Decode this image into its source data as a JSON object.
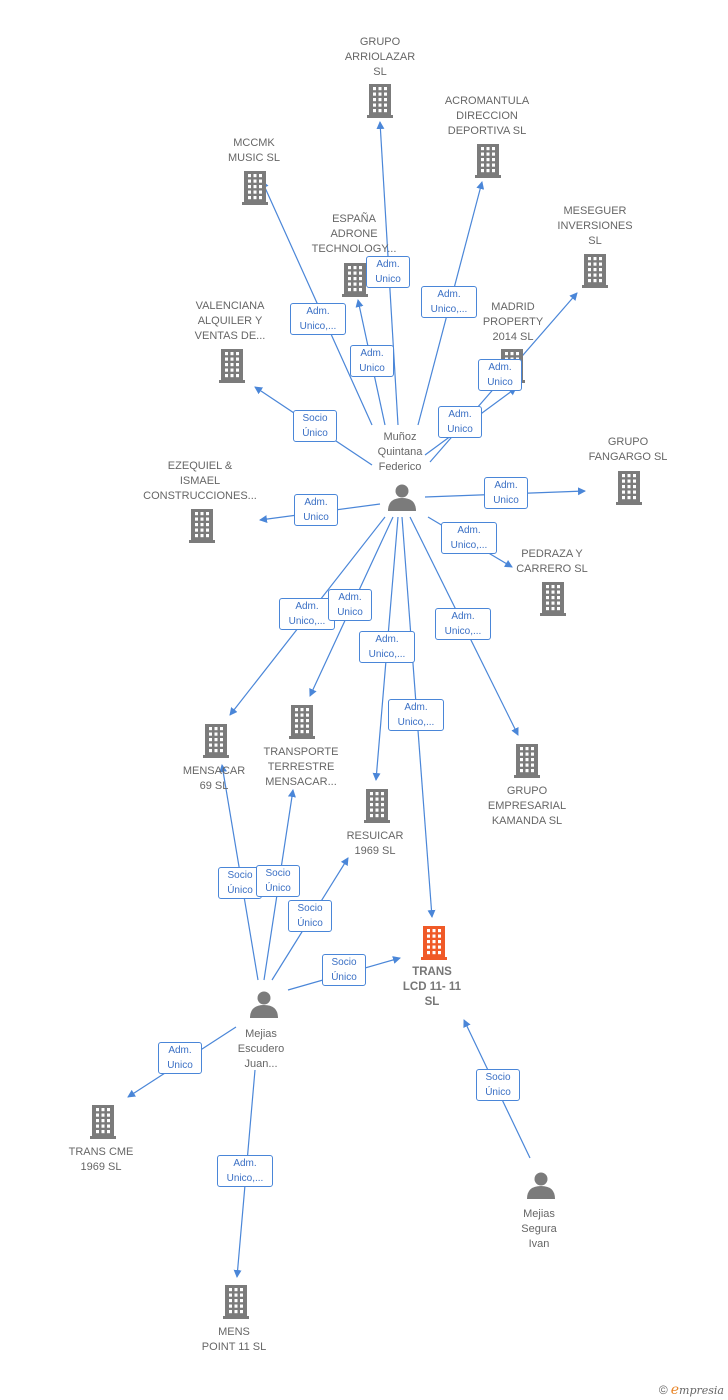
{
  "colors": {
    "edge": "#4a86d8",
    "building": "#7b7b7b",
    "focus": "#f05a28",
    "person": "#7b7b7b"
  },
  "nodes": [
    {
      "id": "grupo_arriolazar",
      "label": "GRUPO\nARRIOLAZAR\nSL",
      "type": "company",
      "icon": "building-icon"
    },
    {
      "id": "acromantula",
      "label": "ACROMANTULA\nDIRECCION\nDEPORTIVA  SL",
      "type": "company",
      "icon": "building-icon"
    },
    {
      "id": "mccmk",
      "label": "MCCMK\nMUSIC  SL",
      "type": "company",
      "icon": "building-icon"
    },
    {
      "id": "espana_adrone",
      "label": "ESPAÑA\nADRONE\nTECHNOLOGY...",
      "type": "company",
      "icon": "building-icon"
    },
    {
      "id": "meseguer",
      "label": "MESEGUER\nINVERSIONES\nSL",
      "type": "company",
      "icon": "building-icon"
    },
    {
      "id": "valenciana",
      "label": "VALENCIANA\nALQUILER Y\nVENTAS DE...",
      "type": "company",
      "icon": "building-icon"
    },
    {
      "id": "madrid_property",
      "label": "MADRID\nPROPERTY\n2014  SL",
      "type": "company",
      "icon": "building-icon"
    },
    {
      "id": "munoz",
      "label": "Muñoz\nQuintana\nFederico",
      "type": "person",
      "icon": "person-icon"
    },
    {
      "id": "grupo_fangargo",
      "label": "GRUPO\nFANGARGO  SL",
      "type": "company",
      "icon": "building-icon"
    },
    {
      "id": "ezequiel",
      "label": "EZEQUIEL &\nISMAEL\nCONSTRUCCIONES...",
      "type": "company",
      "icon": "building-icon"
    },
    {
      "id": "pedraza",
      "label": "PEDRAZA Y\nCARRERO  SL",
      "type": "company",
      "icon": "building-icon"
    },
    {
      "id": "mensacar69",
      "label": "MENSACAR\n69  SL",
      "type": "company",
      "icon": "building-icon"
    },
    {
      "id": "transporte_terrestre",
      "label": "TRANSPORTE\nTERRESTRE\nMENSACAR...",
      "type": "company",
      "icon": "building-icon"
    },
    {
      "id": "grupo_kamanda",
      "label": "GRUPO\nEMPRESARIAL\nKAMANDA SL",
      "type": "company",
      "icon": "building-icon"
    },
    {
      "id": "resuicar",
      "label": "RESUICAR\n1969  SL",
      "type": "company",
      "icon": "building-icon"
    },
    {
      "id": "trans_lcd",
      "label": "TRANS\nLCD 11- 11\nSL",
      "type": "focus",
      "icon": "building-icon"
    },
    {
      "id": "mejias_juan",
      "label": "Mejias\nEscudero\nJuan...",
      "type": "person",
      "icon": "person-icon"
    },
    {
      "id": "trans_cme",
      "label": "TRANS CME\n1969 SL",
      "type": "company",
      "icon": "building-icon"
    },
    {
      "id": "mejias_ivan",
      "label": "Mejias\nSegura\nIvan",
      "type": "person",
      "icon": "person-icon"
    },
    {
      "id": "mens_point",
      "label": "MENS\nPOINT 11  SL",
      "type": "company",
      "icon": "building-icon"
    }
  ],
  "edges": [
    {
      "from": "munoz",
      "to": "grupo_arriolazar",
      "label": "Adm.\nUnico"
    },
    {
      "from": "munoz",
      "to": "acromantula",
      "label": "Adm.\nUnico,..."
    },
    {
      "from": "munoz",
      "to": "mccmk",
      "label": "Adm.\nUnico,..."
    },
    {
      "from": "munoz",
      "to": "espana_adrone",
      "label": "Adm.\nUnico"
    },
    {
      "from": "munoz",
      "to": "meseguer",
      "label": "Adm.\nUnico"
    },
    {
      "from": "munoz",
      "to": "madrid_property",
      "label": "Adm.\nUnico"
    },
    {
      "from": "munoz",
      "to": "valenciana",
      "label": "Socio\nÚnico"
    },
    {
      "from": "munoz",
      "to": "grupo_fangargo",
      "label": "Adm.\nUnico"
    },
    {
      "from": "munoz",
      "to": "ezequiel",
      "label": "Adm.\nUnico"
    },
    {
      "from": "munoz",
      "to": "pedraza",
      "label": "Adm.\nUnico,..."
    },
    {
      "from": "munoz",
      "to": "mensacar69",
      "label": "Adm.\nUnico,..."
    },
    {
      "from": "munoz",
      "to": "transporte_terrestre",
      "label": "Adm.\nUnico"
    },
    {
      "from": "munoz",
      "to": "resuicar",
      "label": "Adm.\nUnico,..."
    },
    {
      "from": "munoz",
      "to": "grupo_kamanda",
      "label": "Adm.\nUnico,..."
    },
    {
      "from": "munoz",
      "to": "trans_lcd",
      "label": "Adm.\nUnico,..."
    },
    {
      "from": "mejias_juan",
      "to": "mensacar69",
      "label": "Socio\nÚnico"
    },
    {
      "from": "mejias_juan",
      "to": "transporte_terrestre",
      "label": "Socio\nÚnico"
    },
    {
      "from": "mejias_juan",
      "to": "resuicar",
      "label": "Socio\nÚnico"
    },
    {
      "from": "mejias_juan",
      "to": "trans_lcd",
      "label": "Socio\nÚnico"
    },
    {
      "from": "mejias_juan",
      "to": "trans_cme",
      "label": "Adm.\nUnico"
    },
    {
      "from": "mejias_juan",
      "to": "mens_point",
      "label": "Adm.\nUnico,..."
    },
    {
      "from": "mejias_ivan",
      "to": "trans_lcd",
      "label": "Socio\nÚnico"
    }
  ],
  "footer": {
    "copyright": "©",
    "brand_initial": "e",
    "brand_rest": "mpresia"
  }
}
